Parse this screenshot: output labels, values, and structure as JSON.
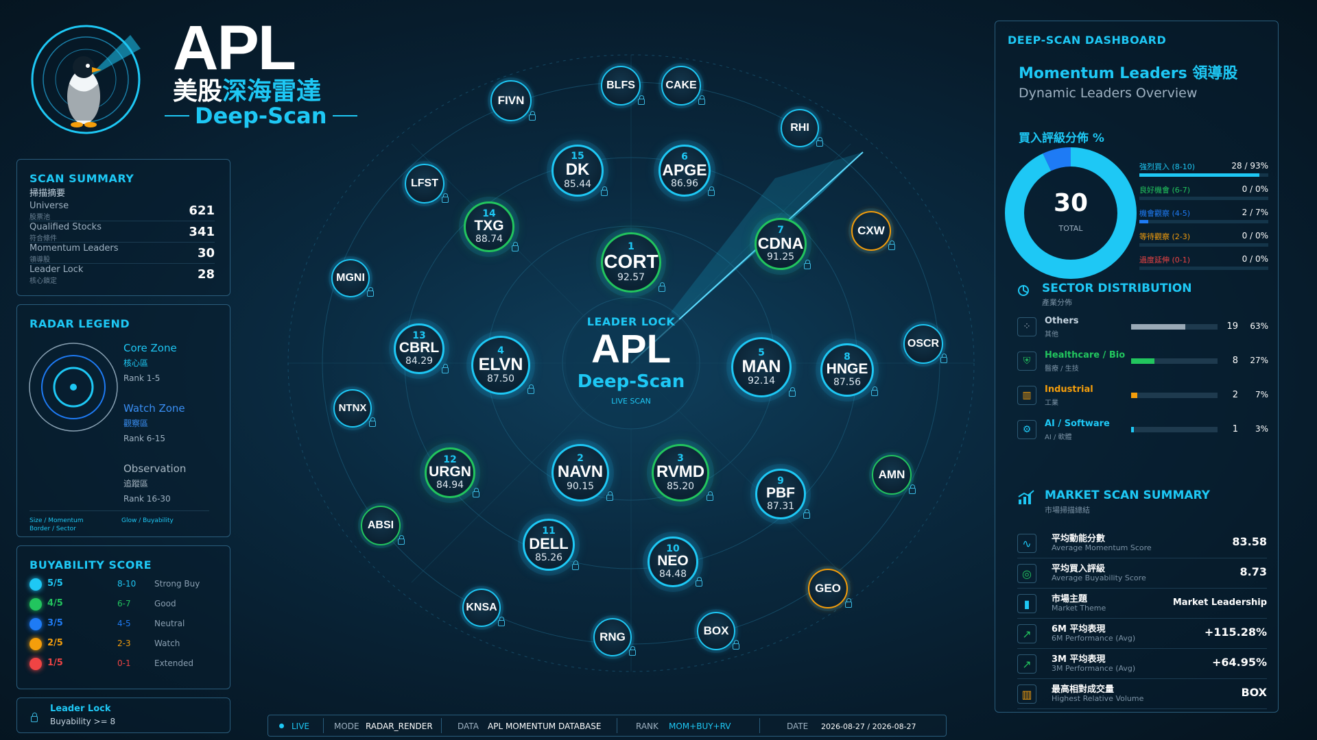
{
  "header": {
    "title": "APL",
    "subtitle_cn_a": "美股",
    "subtitle_cn_b": "深海雷達",
    "subtitle_en": "Deep-Scan"
  },
  "scan_summary": {
    "title": "SCAN SUMMARY",
    "title_cn": "掃描摘要",
    "rows": [
      {
        "label": "Universe",
        "label_cn": "股票池",
        "value": "621"
      },
      {
        "label": "Qualified Stocks",
        "label_cn": "符合條件",
        "value": "341"
      },
      {
        "label": "Momentum Leaders",
        "label_cn": "領導股",
        "value": "30"
      },
      {
        "label": "Leader Lock",
        "label_cn": "核心鎖定",
        "value": "28"
      }
    ]
  },
  "radar_legend": {
    "title": "RADAR LEGEND",
    "core": {
      "name": "Core Zone",
      "cn": "核心區",
      "rank": "Rank 1-5"
    },
    "watch": {
      "name": "Watch Zone",
      "cn": "觀察區",
      "rank": "Rank 6-15"
    },
    "obs": {
      "name": "Observation",
      "cn": "追蹤區",
      "rank": "Rank 16-30"
    },
    "foot1": "Size / Momentum",
    "foot2": "Border / Sector",
    "foot3": "Glow / Buyability"
  },
  "buyability": {
    "title": "BUYABILITY SCORE",
    "rows": [
      {
        "score": "5/5",
        "range": "8-10",
        "desc": "Strong Buy",
        "color": "#1ec8f5"
      },
      {
        "score": "4/5",
        "range": "6-7",
        "desc": "Good",
        "color": "#22c55e"
      },
      {
        "score": "3/5",
        "range": "4-5",
        "desc": "Neutral",
        "color": "#1e7bf5"
      },
      {
        "score": "2/5",
        "range": "2-3",
        "desc": "Watch",
        "color": "#f59e0b"
      },
      {
        "score": "1/5",
        "range": "0-1",
        "desc": "Extended",
        "color": "#ef4444"
      }
    ]
  },
  "leader_lock": {
    "title": "Leader Lock",
    "desc": "Buyability >= 8"
  },
  "radar": {
    "center_label": "LEADER LOCK",
    "center_title": "APL",
    "center_sub": "Deep-Scan",
    "center_live": "LIVE SCAN",
    "nodes": [
      {
        "rank": "1",
        "ticker": "CORT",
        "score": "92.57"
      },
      {
        "rank": "2",
        "ticker": "NAVN",
        "score": "90.15"
      },
      {
        "rank": "3",
        "ticker": "RVMD",
        "score": "85.20"
      },
      {
        "rank": "4",
        "ticker": "ELVN",
        "score": "87.50"
      },
      {
        "rank": "5",
        "ticker": "MAN",
        "score": "92.14"
      },
      {
        "rank": "6",
        "ticker": "APGE",
        "score": "86.96"
      },
      {
        "rank": "7",
        "ticker": "CDNA",
        "score": "91.25"
      },
      {
        "rank": "8",
        "ticker": "HNGE",
        "score": "87.56"
      },
      {
        "rank": "9",
        "ticker": "PBF",
        "score": "87.31"
      },
      {
        "rank": "10",
        "ticker": "NEO",
        "score": "84.48"
      },
      {
        "rank": "11",
        "ticker": "DELL",
        "score": "85.26"
      },
      {
        "rank": "12",
        "ticker": "URGN",
        "score": "84.94"
      },
      {
        "rank": "13",
        "ticker": "CBRL",
        "score": "84.29"
      },
      {
        "rank": "14",
        "ticker": "TXG",
        "score": "88.74"
      },
      {
        "rank": "15",
        "ticker": "DK",
        "score": "85.44"
      },
      {
        "rank": "",
        "ticker": "FIVN",
        "score": ""
      },
      {
        "rank": "",
        "ticker": "BLFS",
        "score": ""
      },
      {
        "rank": "",
        "ticker": "CAKE",
        "score": ""
      },
      {
        "rank": "",
        "ticker": "RHI",
        "score": ""
      },
      {
        "rank": "",
        "ticker": "LFST",
        "score": ""
      },
      {
        "rank": "",
        "ticker": "CXW",
        "score": ""
      },
      {
        "rank": "",
        "ticker": "MGNI",
        "score": ""
      },
      {
        "rank": "",
        "ticker": "OSCR",
        "score": ""
      },
      {
        "rank": "",
        "ticker": "NTNX",
        "score": ""
      },
      {
        "rank": "",
        "ticker": "AMN",
        "score": ""
      },
      {
        "rank": "",
        "ticker": "ABSI",
        "score": ""
      },
      {
        "rank": "",
        "ticker": "GEO",
        "score": ""
      },
      {
        "rank": "",
        "ticker": "KNSA",
        "score": ""
      },
      {
        "rank": "",
        "ticker": "BOX",
        "score": ""
      },
      {
        "rank": "",
        "ticker": "RNG",
        "score": ""
      }
    ]
  },
  "dashboard": {
    "title": "DEEP-SCAN DASHBOARD",
    "heading": "Momentum Leaders 領導股",
    "subheading": "Dynamic Leaders Overview",
    "buy_dist_title": "買入評級分佈 %",
    "donut_total": "30",
    "donut_total_label": "TOTAL",
    "buy_dist": [
      {
        "label": "強烈買入 (8-10)",
        "value": "28 / 93%",
        "pct": 93,
        "color": "#1ec8f5"
      },
      {
        "label": "良好機會 (6-7)",
        "value": "0 / 0%",
        "pct": 0,
        "color": "#22c55e"
      },
      {
        "label": "機會觀察 (4-5)",
        "value": "2 / 7%",
        "pct": 7,
        "color": "#1e7bf5"
      },
      {
        "label": "等待觀察 (2-3)",
        "value": "0 / 0%",
        "pct": 0,
        "color": "#f59e0b"
      },
      {
        "label": "過度延伸 (0-1)",
        "value": "0 / 0%",
        "pct": 0,
        "color": "#ef4444"
      }
    ],
    "sector_title": "SECTOR DISTRIBUTION",
    "sector_title_cn": "產業分佈",
    "sectors": [
      {
        "name": "Others",
        "cn": "其他",
        "count": "19",
        "pct_label": "63%",
        "pct": 63,
        "color": "#9aa9b6"
      },
      {
        "name": "Healthcare / Bio",
        "cn": "醫療 / 生技",
        "count": "8",
        "pct_label": "27%",
        "pct": 27,
        "color": "#22c55e"
      },
      {
        "name": "Industrial",
        "cn": "工業",
        "count": "2",
        "pct_label": "7%",
        "pct": 7,
        "color": "#f59e0b"
      },
      {
        "name": "AI / Software",
        "cn": "AI / 軟體",
        "count": "1",
        "pct_label": "3%",
        "pct": 3,
        "color": "#1ec8f5"
      }
    ],
    "market_title": "MARKET SCAN SUMMARY",
    "market_title_cn": "市場掃描總結",
    "market": [
      {
        "t1": "平均動能分數",
        "t2": "Average Momentum Score",
        "v": "83.58",
        "icon": "pulse-icon"
      },
      {
        "t1": "平均買入評級",
        "t2": "Average Buyability Score",
        "v": "8.73",
        "icon": "target-icon"
      },
      {
        "t1": "市場主題",
        "t2": "Market Theme",
        "v": "Market Leadership",
        "icon": "bar-chart-icon"
      },
      {
        "t1": "6M 平均表現",
        "t2": "6M Performance (Avg)",
        "v": "+115.28%",
        "icon": "trend-up-icon"
      },
      {
        "t1": "3M 平均表現",
        "t2": "3M Performance (Avg)",
        "v": "+64.95%",
        "icon": "trend-up-icon"
      },
      {
        "t1": "最高相對成交量",
        "t2": "Highest Relative Volume",
        "v": "BOX",
        "icon": "volume-icon"
      }
    ]
  },
  "status_bar": {
    "live": "LIVE",
    "mode_label": "MODE",
    "mode": "RADAR_RENDER",
    "data_label": "DATA",
    "data": "APL MOMENTUM DATABASE",
    "rank_label": "RANK",
    "rank": "MOM+BUY+RV",
    "date_label": "DATE",
    "date": "2026-08-27 / 2026-08-27"
  }
}
